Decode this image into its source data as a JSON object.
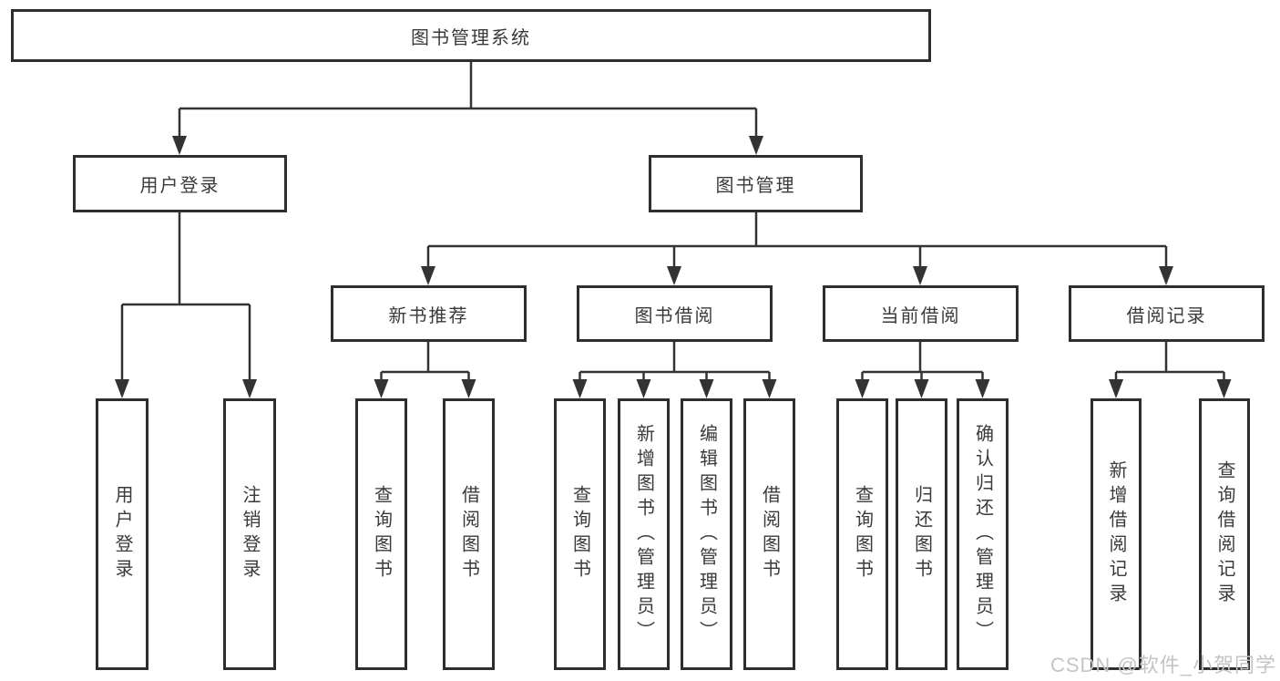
{
  "diagram": {
    "type": "hierarchy",
    "colors": {
      "line": "#333333",
      "box_border": "#2e2e2e",
      "box_text": "#3a3a3a",
      "background": "#ffffff",
      "watermark": "#c4c4c4"
    },
    "watermark": "CSDN @软件_小贺同学",
    "tree": {
      "label": "图书管理系统",
      "children": [
        {
          "label": "用户登录",
          "children": [
            {
              "label": "用户登录"
            },
            {
              "label": "注销登录"
            }
          ]
        },
        {
          "label": "图书管理",
          "children": [
            {
              "label": "新书推荐",
              "children": [
                {
                  "label": "查询图书"
                },
                {
                  "label": "借阅图书"
                }
              ]
            },
            {
              "label": "图书借阅",
              "children": [
                {
                  "label": "查询图书"
                },
                {
                  "label": "新增图书（管理员）"
                },
                {
                  "label": "编辑图书（管理员）"
                },
                {
                  "label": "借阅图书"
                }
              ]
            },
            {
              "label": "当前借阅",
              "children": [
                {
                  "label": "查询图书"
                },
                {
                  "label": "归还图书"
                },
                {
                  "label": "确认归还（管理员）"
                }
              ]
            },
            {
              "label": "借阅记录",
              "children": [
                {
                  "label": "新增借阅记录"
                },
                {
                  "label": "查询借阅记录"
                }
              ]
            }
          ]
        }
      ]
    }
  }
}
